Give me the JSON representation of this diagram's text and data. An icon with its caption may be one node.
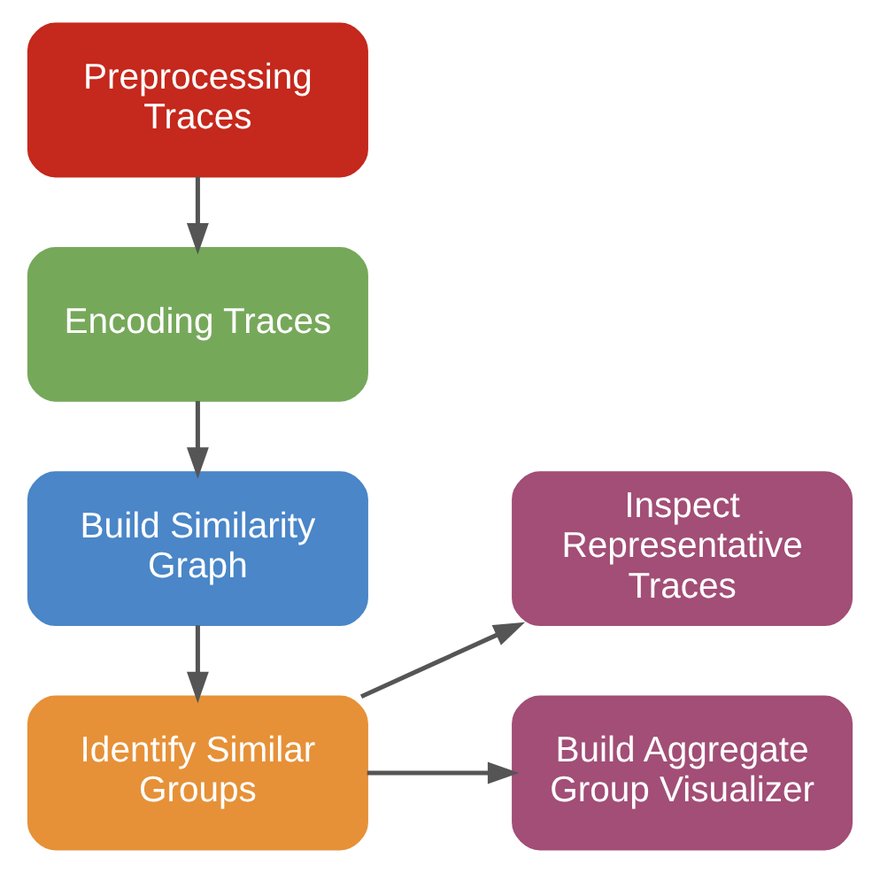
{
  "diagram": {
    "nodes": [
      {
        "text": [
          "Preprocessing Traces"
        ]
      },
      {
        "text": [
          "Encoding Traces"
        ]
      },
      {
        "text": [
          "Build Similarity Graph"
        ]
      },
      {
        "text": [
          "Identify Similar Groups"
        ]
      },
      {
        "text": [
          "Inspect Representative Traces"
        ]
      },
      {
        "text": [
          "Build Aggregate Group Visualizer"
        ]
      }
    ],
    "edges": [
      {
        "from": 0,
        "to": 1,
        "arrow": "to"
      },
      {
        "from": 1,
        "to": 2,
        "arrow": "to"
      },
      {
        "from": 2,
        "to": 3,
        "arrow": "to"
      },
      {
        "from": 3,
        "to": 4,
        "arrow": "to"
      },
      {
        "from": 3,
        "to": 5,
        "arrow": "to"
      }
    ]
  }
}
